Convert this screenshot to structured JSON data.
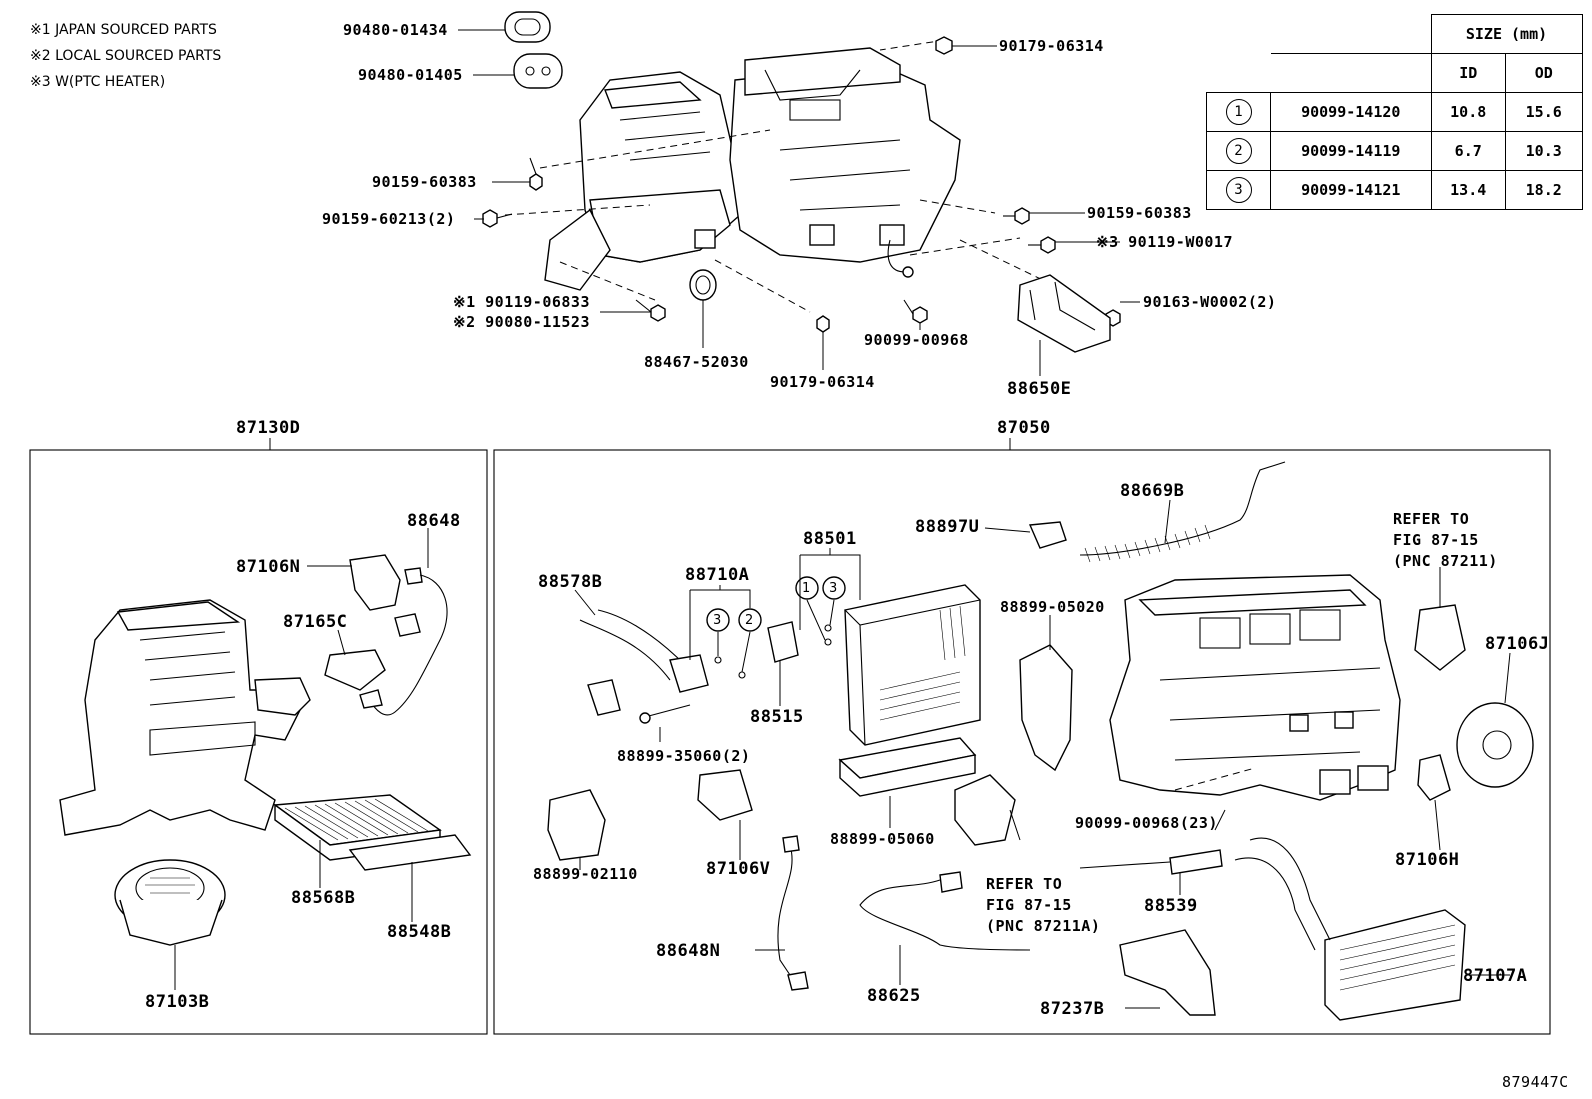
{
  "notes": [
    "※1 JAPAN SOURCED PARTS",
    "※2 LOCAL SOURCED PARTS",
    "※3 W(PTC HEATER)"
  ],
  "size_table": {
    "header": "SIZE (mm)",
    "col_id": "ID",
    "col_od": "OD",
    "rows": [
      {
        "mark": "1",
        "part": "90099-14120",
        "id": "10.8",
        "od": "15.6"
      },
      {
        "mark": "2",
        "part": "90099-14119",
        "id": "6.7",
        "od": "10.3"
      },
      {
        "mark": "3",
        "part": "90099-14121",
        "id": "13.4",
        "od": "18.2"
      }
    ]
  },
  "top_labels": {
    "p1": "90480-01434",
    "p2": "90480-01405",
    "p3": "90179-06314",
    "p4": "90159-60383",
    "p5": "90159-60213(2)",
    "p6": "90159-60383",
    "p7": "※3 90119-W0017",
    "p8": "※1 90119-06833",
    "p9": "※2 90080-11523",
    "p10": "88467-52030",
    "p11": "90179-06314",
    "p12": "90099-00968",
    "p13": "90163-W0002(2)",
    "p14": "88650E"
  },
  "left_box": {
    "title": "87130D",
    "labels": {
      "a": "88648",
      "b": "87106N",
      "c": "87165C",
      "d": "88568B",
      "e": "88548B",
      "f": "87103B"
    }
  },
  "right_box": {
    "title": "87050",
    "labels": {
      "a": "88669B",
      "b": "88897U",
      "c": "88501",
      "d": "88578B",
      "e": "88710A",
      "f": "88515",
      "g": "88899-35060(2)",
      "h": "88899-05020",
      "i": "88899-05060",
      "j": "88899-02110",
      "k": "87106V",
      "l": "88648N",
      "m": "88625",
      "n": "88539",
      "o": "90099-00968(23)",
      "p": "87106J",
      "q": "87106H",
      "r": "87107A",
      "s": "87237B"
    },
    "refer1": [
      "REFER TO",
      "FIG 87-15",
      "(PNC 87211)"
    ],
    "refer2": [
      "REFER TO",
      "FIG 87-15",
      "(PNC 87211A)"
    ],
    "marks": {
      "m1": "1",
      "m3": "3",
      "m3b": "3",
      "m2": "2"
    }
  },
  "figure_id": "879447C"
}
